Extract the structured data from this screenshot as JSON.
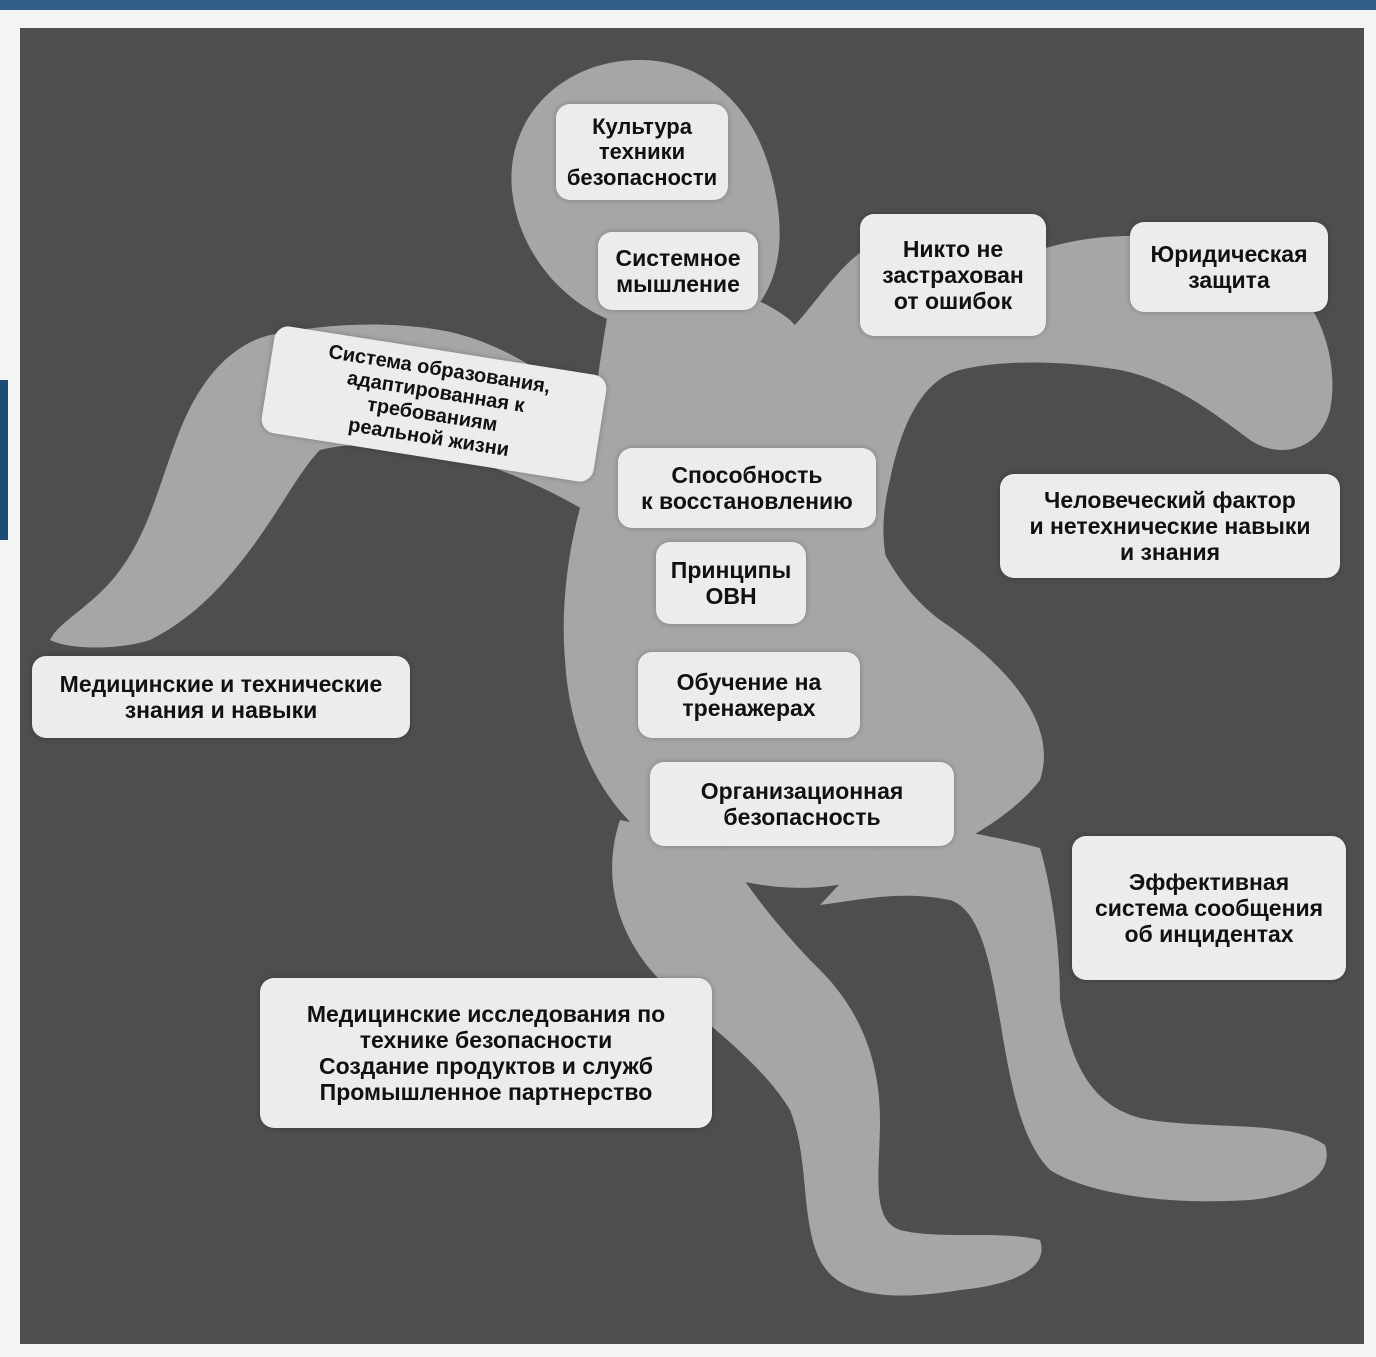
{
  "labels": {
    "culture": "Культура\nтехники\nбезопасности",
    "systems_thinking": "Системное\nмышление",
    "no_one_insured": "Никто не\nзастрахован\nот ошибок",
    "legal_protection": "Юридическая\nзащита",
    "education_system": "Система образования,\nадаптированная к требованиям\nреальной жизни",
    "recovery": "Способность\nк восстановлению",
    "human_factor": "Человеческий фактор\nи нетехнические навыки\nи знания",
    "ovn_principles": "Принципы\nОВН",
    "simulator_training": "Обучение на\nтренажерах",
    "medical_technical_skills": "Медицинские и технические\nзнания и навыки",
    "organizational_safety": "Организационная\nбезопасность",
    "incident_reporting": "Эффективная\nсистема сообщения\nоб инцидентах",
    "medical_research": "Медицинские исследования по\nтехнике безопасности\nСоздание продуктов и служб\nПромышленное партнерство"
  },
  "colors": {
    "panel": "#4e4e4e",
    "figure": "#a6a6a6",
    "label_bg": "#ececec",
    "text": "#111111"
  }
}
